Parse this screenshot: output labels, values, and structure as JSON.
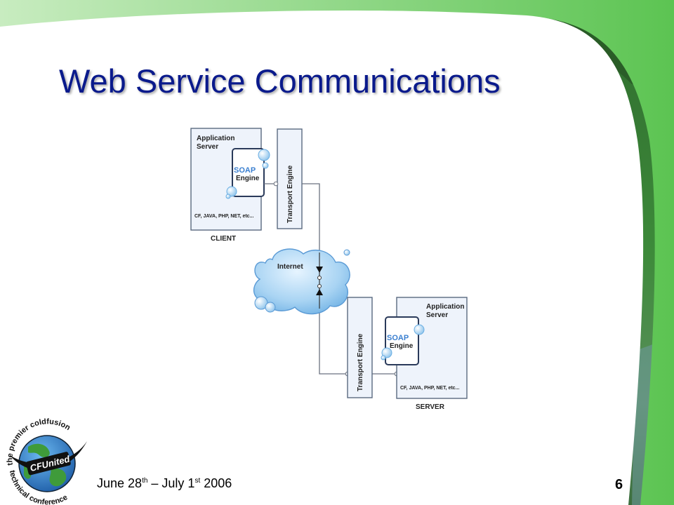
{
  "slide": {
    "title": "Web Service Communications",
    "page_number": "6",
    "date": {
      "start_day": "June 28",
      "start_suffix": "th",
      "mid": " – July 1",
      "end_suffix": "st",
      "year": " 2006"
    }
  },
  "diagram": {
    "client": {
      "app_server_label_1": "Application",
      "app_server_label_2": "Server",
      "soap_label": "SOAP",
      "engine_label": "Engine",
      "languages": "CF, JAVA, PHP, NET, etc...",
      "transport_label": "Transport Engine",
      "caption": "CLIENT"
    },
    "internet_label": "Internet",
    "server": {
      "app_server_label_1": "Application",
      "app_server_label_2": "Server",
      "soap_label": "SOAP",
      "engine_label": "Engine",
      "languages": "CF, JAVA, PHP, NET, etc...",
      "transport_label": "Transport Engine",
      "caption": "SERVER"
    }
  },
  "logo": {
    "ring_text_top": "the premier coldfusion",
    "ring_text_bottom": "technical conference",
    "badge": "CFUnited"
  },
  "colors": {
    "title": "#0a1a8c",
    "box_fill": "#eef3fb",
    "soap_blue": "#3a7fd0"
  }
}
